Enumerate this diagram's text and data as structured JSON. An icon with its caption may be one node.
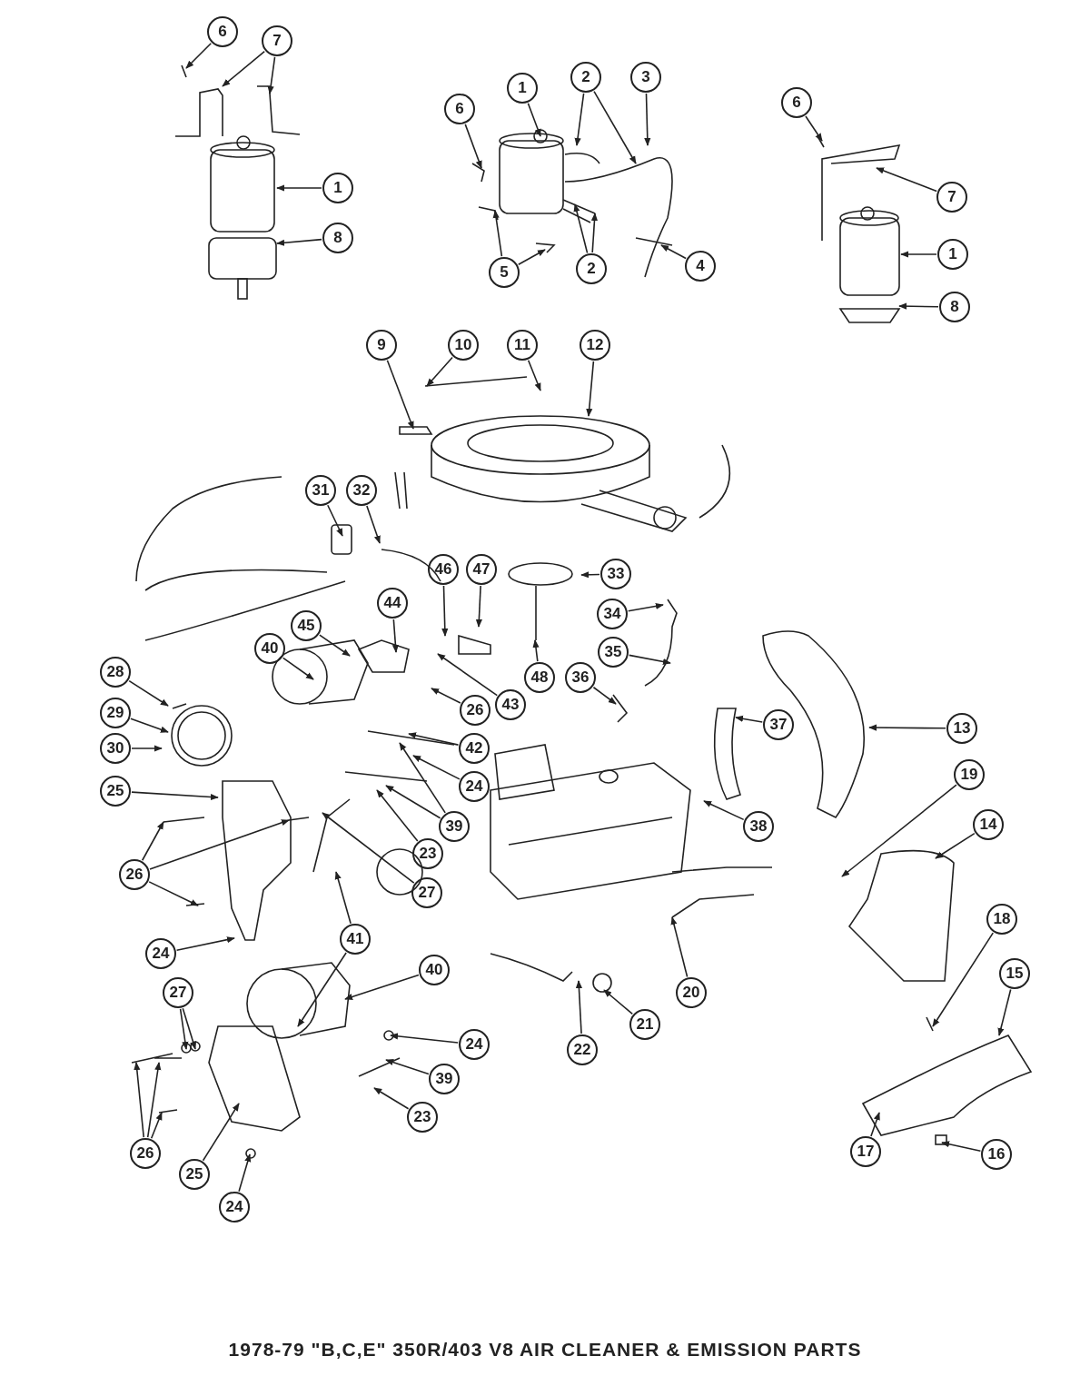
{
  "diagram": {
    "title": "1978-79 \"B,C,E\" 350R/403 V8 AIR CLEANER & EMISSION PARTS",
    "nodes": [
      {
        "text": [
          "6"
        ]
      },
      {
        "text": [
          "7"
        ]
      },
      {
        "text": [
          "1"
        ]
      },
      {
        "text": [
          "8"
        ]
      },
      {
        "text": [
          "1"
        ]
      },
      {
        "text": [
          "6"
        ]
      },
      {
        "text": [
          "2"
        ]
      },
      {
        "text": [
          "3"
        ]
      },
      {
        "text": [
          "5"
        ]
      },
      {
        "text": [
          "2"
        ]
      },
      {
        "text": [
          "4"
        ]
      },
      {
        "text": [
          "6"
        ]
      },
      {
        "text": [
          "7"
        ]
      },
      {
        "text": [
          "1"
        ]
      },
      {
        "text": [
          "8"
        ]
      },
      {
        "text": [
          "9"
        ]
      },
      {
        "text": [
          "10"
        ]
      },
      {
        "text": [
          "11"
        ]
      },
      {
        "text": [
          "12"
        ]
      },
      {
        "text": [
          "31"
        ]
      },
      {
        "text": [
          "32"
        ]
      },
      {
        "text": [
          "46"
        ]
      },
      {
        "text": [
          "47"
        ]
      },
      {
        "text": [
          "44"
        ]
      },
      {
        "text": [
          "45"
        ]
      },
      {
        "text": [
          "40"
        ]
      },
      {
        "text": [
          "33"
        ]
      },
      {
        "text": [
          "34"
        ]
      },
      {
        "text": [
          "35"
        ]
      },
      {
        "text": [
          "43"
        ]
      },
      {
        "text": [
          "48"
        ]
      },
      {
        "text": [
          "36"
        ]
      },
      {
        "text": [
          "28"
        ]
      },
      {
        "text": [
          "29"
        ]
      },
      {
        "text": [
          "30"
        ]
      },
      {
        "text": [
          "26"
        ]
      },
      {
        "text": [
          "37"
        ]
      },
      {
        "text": [
          "13"
        ]
      },
      {
        "text": [
          "42"
        ]
      },
      {
        "text": [
          "24"
        ]
      },
      {
        "text": [
          "39"
        ]
      },
      {
        "text": [
          "25"
        ]
      },
      {
        "text": [
          "38"
        ]
      },
      {
        "text": [
          "19"
        ]
      },
      {
        "text": [
          "14"
        ]
      },
      {
        "text": [
          "26"
        ]
      },
      {
        "text": [
          "23"
        ]
      },
      {
        "text": [
          "27"
        ]
      },
      {
        "text": [
          "41"
        ]
      },
      {
        "text": [
          "24"
        ]
      },
      {
        "text": [
          "20"
        ]
      },
      {
        "text": [
          "40"
        ]
      },
      {
        "text": [
          "27"
        ]
      },
      {
        "text": [
          "18"
        ]
      },
      {
        "text": [
          "15"
        ]
      },
      {
        "text": [
          "24"
        ]
      },
      {
        "text": [
          "22"
        ]
      },
      {
        "text": [
          "21"
        ]
      },
      {
        "text": [
          "39"
        ]
      },
      {
        "text": [
          "26"
        ]
      },
      {
        "text": [
          "23"
        ]
      },
      {
        "text": [
          "25"
        ]
      },
      {
        "text": [
          "24"
        ]
      },
      {
        "text": [
          "17"
        ]
      },
      {
        "text": [
          "16"
        ]
      }
    ],
    "edges": [
      {
        "from": 0,
        "to": null,
        "arrow": "to"
      },
      {
        "from": 1,
        "to": null,
        "arrow": "to"
      },
      {
        "from": 1,
        "to": null,
        "arrow": "to"
      },
      {
        "from": 2,
        "to": null,
        "arrow": "to"
      },
      {
        "from": 3,
        "to": null,
        "arrow": "to"
      },
      {
        "from": 4,
        "to": null,
        "arrow": "to"
      },
      {
        "from": 5,
        "to": null,
        "arrow": "to"
      },
      {
        "from": 6,
        "to": null,
        "arrow": "to"
      },
      {
        "from": 6,
        "to": null,
        "arrow": "to"
      },
      {
        "from": 7,
        "to": null,
        "arrow": "to"
      },
      {
        "from": 8,
        "to": null,
        "arrow": "to"
      },
      {
        "from": 8,
        "to": null,
        "arrow": "to"
      },
      {
        "from": 9,
        "to": null,
        "arrow": "to"
      },
      {
        "from": 9,
        "to": null,
        "arrow": "to"
      },
      {
        "from": 10,
        "to": null,
        "arrow": "to"
      },
      {
        "from": 11,
        "to": null,
        "arrow": "to"
      },
      {
        "from": 12,
        "to": null,
        "arrow": "to"
      },
      {
        "from": 13,
        "to": null,
        "arrow": "to"
      },
      {
        "from": 14,
        "to": null,
        "arrow": "to"
      },
      {
        "from": 15,
        "to": null,
        "arrow": "to"
      },
      {
        "from": 16,
        "to": null,
        "arrow": "to"
      },
      {
        "from": 17,
        "to": null,
        "arrow": "to"
      },
      {
        "from": 18,
        "to": null,
        "arrow": "to"
      },
      {
        "from": 19,
        "to": null,
        "arrow": "to"
      },
      {
        "from": 20,
        "to": null,
        "arrow": "to"
      },
      {
        "from": 21,
        "to": null,
        "arrow": "to"
      },
      {
        "from": 22,
        "to": null,
        "arrow": "to"
      },
      {
        "from": 23,
        "to": null,
        "arrow": "to"
      },
      {
        "from": 24,
        "to": null,
        "arrow": "to"
      },
      {
        "from": 25,
        "to": null,
        "arrow": "to"
      },
      {
        "from": 26,
        "to": null,
        "arrow": "to"
      },
      {
        "from": 27,
        "to": null,
        "arrow": "to"
      },
      {
        "from": 28,
        "to": null,
        "arrow": "to"
      },
      {
        "from": 29,
        "to": null,
        "arrow": "to"
      },
      {
        "from": 30,
        "to": null,
        "arrow": "to"
      },
      {
        "from": 31,
        "to": null,
        "arrow": "to"
      },
      {
        "from": 32,
        "to": null,
        "arrow": "to"
      },
      {
        "from": 33,
        "to": null,
        "arrow": "to"
      },
      {
        "from": 34,
        "to": null,
        "arrow": "to"
      },
      {
        "from": 35,
        "to": null,
        "arrow": "to"
      },
      {
        "from": 36,
        "to": null,
        "arrow": "to"
      },
      {
        "from": 37,
        "to": null,
        "arrow": "to"
      },
      {
        "from": 38,
        "to": null,
        "arrow": "to"
      },
      {
        "from": 39,
        "to": null,
        "arrow": "to"
      },
      {
        "from": 40,
        "to": null,
        "arrow": "to"
      },
      {
        "from": 40,
        "to": null,
        "arrow": "to"
      },
      {
        "from": 41,
        "to": null,
        "arrow": "to"
      },
      {
        "from": 42,
        "to": null,
        "arrow": "to"
      },
      {
        "from": 43,
        "to": null,
        "arrow": "to"
      },
      {
        "from": 44,
        "to": null,
        "arrow": "to"
      },
      {
        "from": 45,
        "to": null,
        "arrow": "to"
      },
      {
        "from": 45,
        "to": null,
        "arrow": "to"
      },
      {
        "from": 45,
        "to": null,
        "arrow": "to"
      },
      {
        "from": 46,
        "to": null,
        "arrow": "to"
      },
      {
        "from": 47,
        "to": null,
        "arrow": "to"
      },
      {
        "from": 48,
        "to": null,
        "arrow": "to"
      },
      {
        "from": 48,
        "to": null,
        "arrow": "to"
      },
      {
        "from": 49,
        "to": null,
        "arrow": "to"
      },
      {
        "from": 50,
        "to": null,
        "arrow": "to"
      },
      {
        "from": 51,
        "to": null,
        "arrow": "to"
      },
      {
        "from": 52,
        "to": null,
        "arrow": "to"
      },
      {
        "from": 52,
        "to": null,
        "arrow": "to"
      },
      {
        "from": 53,
        "to": null,
        "arrow": "to"
      },
      {
        "from": 54,
        "to": null,
        "arrow": "to"
      },
      {
        "from": 55,
        "to": null,
        "arrow": "to"
      },
      {
        "from": 56,
        "to": null,
        "arrow": "to"
      },
      {
        "from": 57,
        "to": null,
        "arrow": "to"
      },
      {
        "from": 58,
        "to": null,
        "arrow": "to"
      },
      {
        "from": 59,
        "to": null,
        "arrow": "to"
      },
      {
        "from": 59,
        "to": null,
        "arrow": "to"
      },
      {
        "from": 59,
        "to": null,
        "arrow": "to"
      },
      {
        "from": 60,
        "to": null,
        "arrow": "to"
      },
      {
        "from": 61,
        "to": null,
        "arrow": "to"
      },
      {
        "from": 62,
        "to": null,
        "arrow": "to"
      },
      {
        "from": 63,
        "to": null,
        "arrow": "to"
      },
      {
        "from": 64,
        "to": null,
        "arrow": "to"
      }
    ]
  }
}
